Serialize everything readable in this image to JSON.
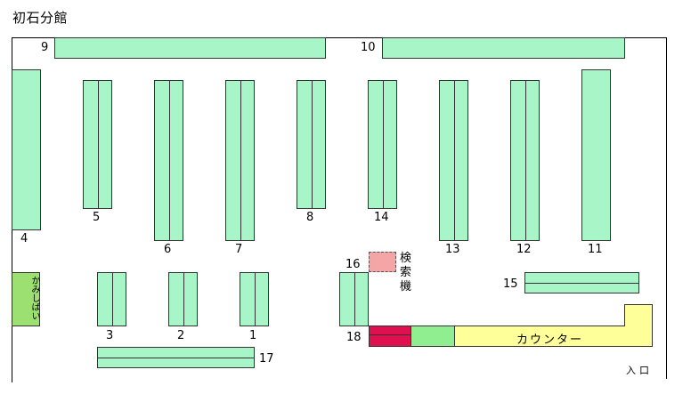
{
  "title": "初石分館",
  "shelves": {
    "s9": "9",
    "s10": "10",
    "s4": "4",
    "s5": "5",
    "s6": "6",
    "s7": "7",
    "s8": "8",
    "s14": "14",
    "s13": "13",
    "s12": "12",
    "s11": "11",
    "s3": "3",
    "s2": "2",
    "s1": "1",
    "s16": "16",
    "s15": "15",
    "s17": "17",
    "s18": "18"
  },
  "kamishibai": "かみしばい",
  "search_machine": "検索機",
  "counter": "カウンター",
  "entrance": "入口",
  "colors": {
    "shelf": "#a8f5c8",
    "kamishibai": "#9be070",
    "search": "#f4a6a6",
    "counter": "#ffff99",
    "red": "#e01050",
    "green": "#90ee90"
  }
}
